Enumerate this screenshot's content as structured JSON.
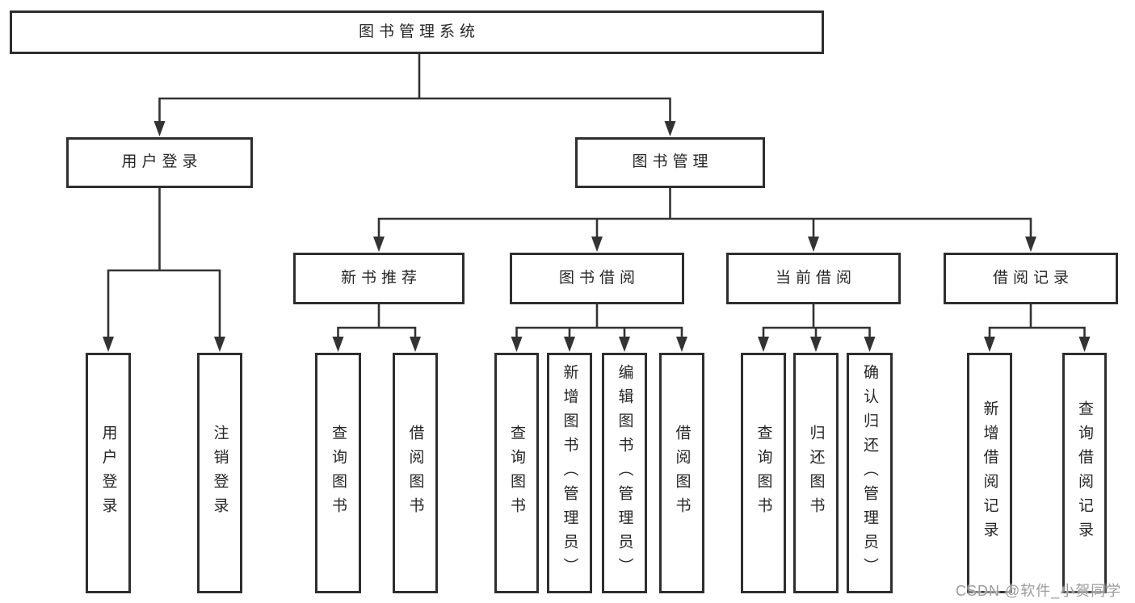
{
  "diagram": {
    "root_label": "图书管理系统",
    "level2": [
      {
        "label": "用户登录"
      },
      {
        "label": "图书管理"
      }
    ],
    "level3": [
      {
        "label": "新书推荐"
      },
      {
        "label": "图书借阅"
      },
      {
        "label": "当前借阅"
      },
      {
        "label": "借阅记录"
      }
    ],
    "leaves": {
      "user_login": [
        "用户登录",
        "注销登录"
      ],
      "new_book_recommend": [
        "查询图书",
        "借阅图书"
      ],
      "book_borrow": [
        "查询图书",
        "新增图书（管理员）",
        "编辑图书（管理员）",
        "借阅图书"
      ],
      "current_borrow": [
        "查询图书",
        "归还图书",
        "确认归还（管理员）"
      ],
      "borrow_records": [
        "新增借阅记录",
        "查询借阅记录"
      ]
    },
    "watermark": "CSDN @软件_小贺同学",
    "colors": {
      "line": "#333333",
      "box_border": "#2e2e2e",
      "text": "#262626",
      "watermark": "#9b9b9b",
      "background": "#ffffff"
    }
  }
}
